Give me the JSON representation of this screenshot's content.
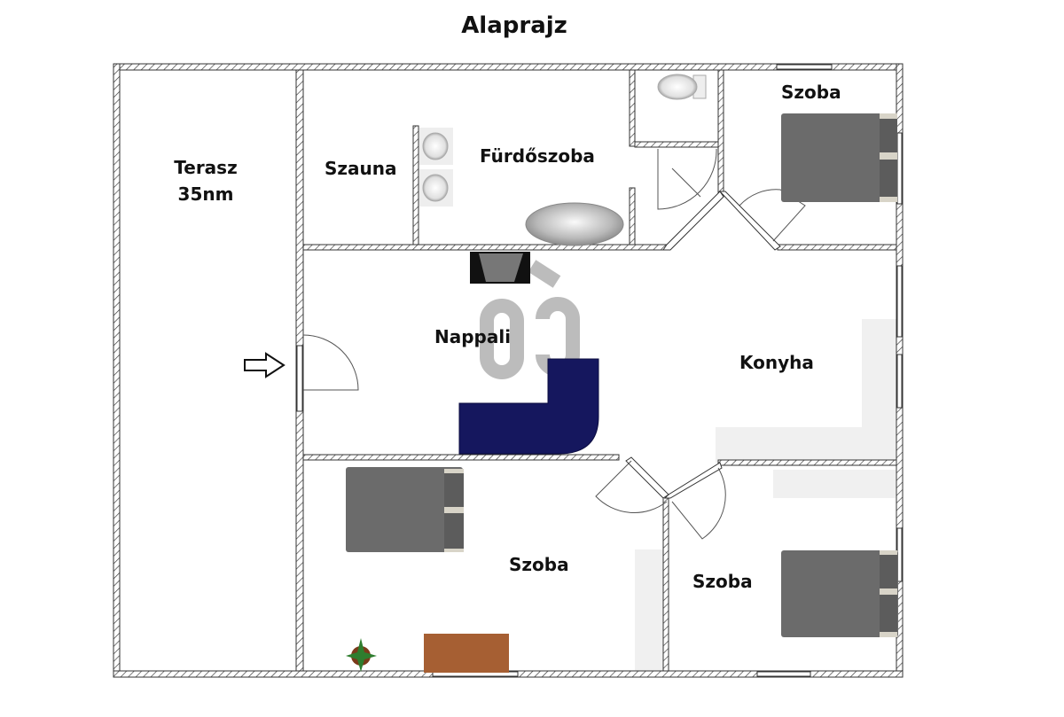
{
  "title": "Alaprajz",
  "rooms": {
    "terasz": {
      "name": "Terasz",
      "area": "35nm"
    },
    "szauna": {
      "name": "Szauna"
    },
    "furdoszoba": {
      "name": "Fürdőszoba"
    },
    "szoba_top_right": {
      "name": "Szoba"
    },
    "nappali": {
      "name": "Nappali"
    },
    "konyha": {
      "name": "Konyha"
    },
    "szoba_bottom_center": {
      "name": "Szoba"
    },
    "szoba_bottom_right": {
      "name": "Szoba"
    }
  },
  "colors": {
    "wall": "#333333",
    "bed": "#6b6b6b",
    "pillow": "#d8d4c8",
    "sofa": "#15175e",
    "tv": "#111111",
    "desk": "#a65f33",
    "plant": "#2e7d2e",
    "counter": "#f0f0f0",
    "watermark": "#b8b8b8"
  }
}
